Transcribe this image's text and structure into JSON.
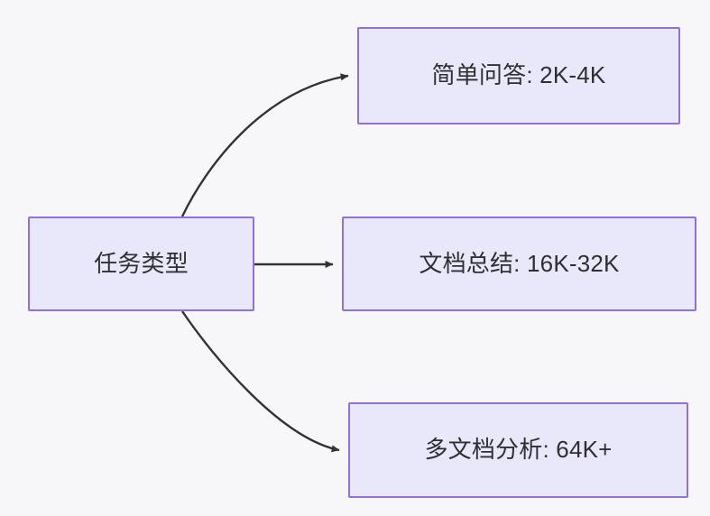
{
  "diagram": {
    "type": "flowchart",
    "direction": "left-to-right",
    "background_color": "#f7f7f9",
    "node_fill_color": "#e9e7fa",
    "node_border_color": "#9071d9",
    "node_text_color": "#2f2f33",
    "edge_color": "#333333",
    "root": {
      "id": "root",
      "label": "任务类型"
    },
    "branches": [
      {
        "id": "simple-qa",
        "label": "简单问答: 2K-4K",
        "task": "简单问答",
        "context_length": "2K-4K",
        "edge_style": "curved-up"
      },
      {
        "id": "doc-summary",
        "label": "文档总结: 16K-32K",
        "task": "文档总结",
        "context_length": "16K-32K",
        "edge_style": "straight"
      },
      {
        "id": "multidoc-analysis",
        "label": "多文档分析: 64K+",
        "task": "多文档分析",
        "context_length": "64K+",
        "edge_style": "curved-down"
      }
    ]
  }
}
